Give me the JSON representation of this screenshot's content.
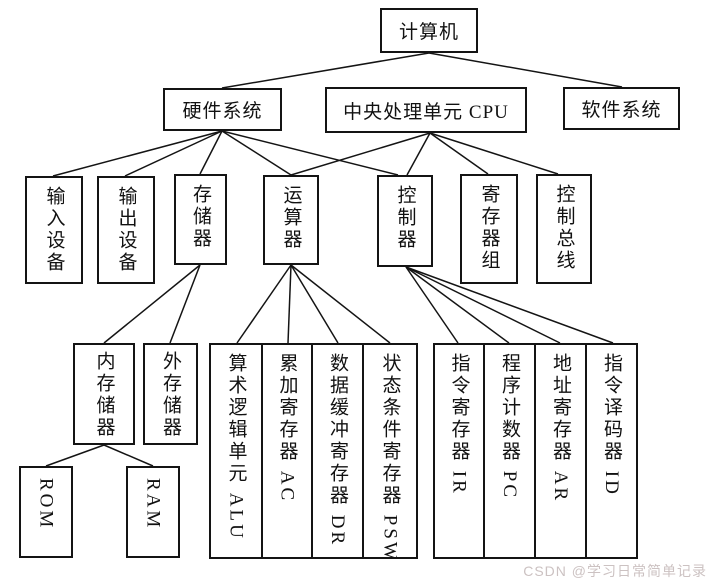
{
  "nodes": {
    "computer": "计算机",
    "hardware": "硬件系统",
    "cpu": "中央处理单元 CPU",
    "software": "软件系统",
    "input_device": "输入设备",
    "output_device": "输出设备",
    "memory": "存储器",
    "arithmetic_unit": "运算器",
    "control_unit": "控制器",
    "register_group": "寄存器组",
    "control_bus": "控制总线",
    "internal_memory": "内存储器",
    "external_memory": "外存储器",
    "alu": "算术逻辑单元 ALU",
    "ac": "累加寄存器 AC",
    "dr": "数据缓冲寄存器 DR",
    "psw": "状态条件寄存器 PSW",
    "ir": "指令寄存器 IR",
    "pc": "程序计数器 PC",
    "ar": "地址寄存器 AR",
    "id": "指令译码器 ID",
    "rom": "ROM",
    "ram": "RAM"
  },
  "edges": [
    [
      429,
      53,
      222,
      88
    ],
    [
      429,
      53,
      622,
      87
    ],
    [
      222,
      131,
      53,
      176
    ],
    [
      222,
      131,
      125,
      176
    ],
    [
      222,
      131,
      200,
      174
    ],
    [
      222,
      131,
      291,
      175
    ],
    [
      222,
      131,
      398,
      175
    ],
    [
      430,
      133,
      291,
      175
    ],
    [
      430,
      133,
      407,
      175
    ],
    [
      430,
      133,
      488,
      174
    ],
    [
      430,
      133,
      558,
      174
    ],
    [
      200,
      265,
      104,
      343
    ],
    [
      200,
      265,
      170,
      343
    ],
    [
      291,
      265,
      237,
      343
    ],
    [
      291,
      265,
      288,
      343
    ],
    [
      291,
      265,
      338,
      343
    ],
    [
      291,
      265,
      390,
      343
    ],
    [
      406,
      267,
      458,
      343
    ],
    [
      406,
      267,
      509,
      343
    ],
    [
      406,
      267,
      560,
      343
    ],
    [
      406,
      267,
      613,
      343
    ],
    [
      104,
      445,
      46,
      466
    ],
    [
      104,
      445,
      153,
      466
    ]
  ],
  "line_color": "#141414",
  "watermark": "CSDN @学习日常简单记录"
}
